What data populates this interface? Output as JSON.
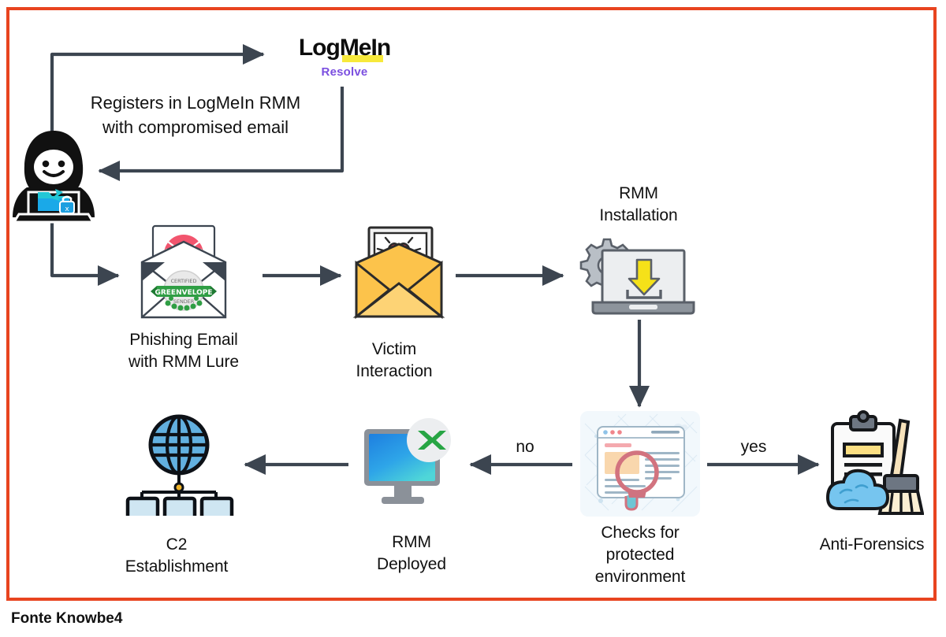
{
  "figure": {
    "caption": "Fonte Knowbe4",
    "border_color": "#e8441f",
    "arrow_color": "#3c4550",
    "background": "#ffffff"
  },
  "brand": {
    "name": "LogMeIn",
    "product": "Resolve",
    "highlight_color": "#f7e93b",
    "product_color": "#7b4fe0"
  },
  "flow_notes": [
    {
      "id": "register-note",
      "text": "Registers in LogMeIn RMM\nwith compromised email"
    }
  ],
  "nodes": [
    {
      "id": "threat-actor",
      "label": "",
      "icon": "hacker-icon"
    },
    {
      "id": "phishing-email",
      "label": "Phishing Email\nwith RMM Lure",
      "icon": "phishing-envelope-icon"
    },
    {
      "id": "victim-interaction",
      "label": "Victim\nInteraction",
      "icon": "open-envelope-click-icon"
    },
    {
      "id": "rmm-installation",
      "label": "RMM\nInstallation",
      "icon": "laptop-download-icon"
    },
    {
      "id": "checks-protected-environment",
      "label": "Checks for\nprotected\nenvironment",
      "icon": "browser-magnifier-icon"
    },
    {
      "id": "anti-forensics",
      "label": "Anti-Forensics",
      "icon": "clipboard-broom-icon"
    },
    {
      "id": "rmm-deployed",
      "label": "RMM\nDeployed",
      "icon": "monitor-remote-icon"
    },
    {
      "id": "c2-establishment",
      "label": "C2\nEstablishment",
      "icon": "globe-network-icon"
    }
  ],
  "edge_labels": [
    {
      "id": "branch-no",
      "text": "no"
    },
    {
      "id": "branch-yes",
      "text": "yes"
    }
  ]
}
